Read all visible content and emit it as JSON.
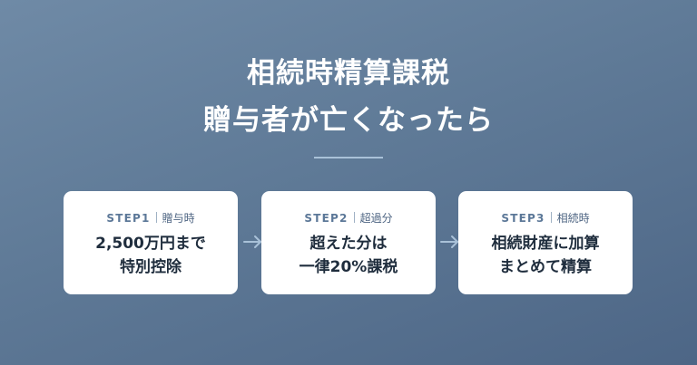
{
  "heading": {
    "line1": "相続時精算課税",
    "line2": "贈与者が亡くなったら"
  },
  "steps": [
    {
      "step": "STEP1",
      "tag": "贈与時",
      "line1": "2,500万円まで",
      "line2": "特別控除"
    },
    {
      "step": "STEP2",
      "tag": "超過分",
      "line1": "超えた分は",
      "line2": "一律20%課税"
    },
    {
      "step": "STEP3",
      "tag": "相続時",
      "line1": "相続財産に加算",
      "line2": "まとめて精算"
    }
  ],
  "icons": {
    "connector": "arrow-right-icon"
  },
  "colors": {
    "background_top": "#6f8aa6",
    "background_bottom": "#4d6686",
    "accent": "#a9c1d8",
    "card": "#ffffff",
    "label": "#5c7898",
    "body_text": "#1f2d3d"
  }
}
